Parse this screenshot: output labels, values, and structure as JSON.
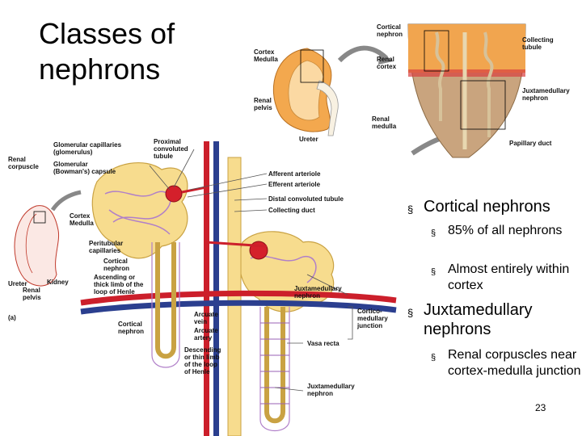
{
  "slide": {
    "title": "Classes of nephrons",
    "page_number": "23"
  },
  "bullets": [
    {
      "text": "Cortical nephrons",
      "sub": [
        "85% of all nephrons",
        "Almost entirely within cortex"
      ]
    },
    {
      "text": "Juxtamedullary nephrons",
      "sub": [
        "Renal corpuscles near cortex-medulla junction"
      ]
    }
  ],
  "figure": {
    "labels": {
      "cortex_medulla": "Cortex\nMedulla",
      "renal_pelvis": "Renal\npelvis",
      "ureter": "Ureter",
      "cortical_nephron_top": "Cortical\nnephron",
      "renal_cortex": "Renal\ncortex",
      "renal_medulla": "Renal\nmedulla",
      "collecting_tubule": "Collecting\ntubule",
      "juxtamedullary_nephron_top": "Juxtamedullary\nnephron",
      "papillary_duct": "Papillary duct",
      "renal_corpuscle": "Renal\ncorpuscle",
      "glomerular_capillaries": "Glomerular capillaries\n(glomerulus)",
      "glomerular_capsule": "Glomerular\n(Bowman's) capsule",
      "proximal_tubule": "Proximal\nconvoluted\ntubule",
      "afferent_arteriole": "Afferent arteriole",
      "efferent_arteriole": "Efferent arteriole",
      "distal_tubule": "Distal convoluted tubule",
      "collecting_duct": "Collecting duct",
      "cortex_medulla_small": "Cortex\nMedulla",
      "peritubular_capillaries": "Peritubular\ncapillaries",
      "cortical_nephron_mid": "Cortical\nnephron",
      "ascending_limb": "Ascending or\nthick limb of the\nloop of Henle",
      "ureter_small": "Ureter",
      "renal_pelvis_small": "Renal\npelvis",
      "kidney": "Kidney",
      "panel_a": "(a)",
      "juxtamedullary_nephron_mid": "Juxtamedullary\nnephron",
      "arcuate_vein": "Arcuate\nvein",
      "arcuate_artery": "Arcuate\nartery",
      "corticomedullary_junction": "Cortico-\nmedullary\njunction",
      "cortical_nephron_low": "Cortical\nnephron",
      "descending_limb": "Descending\nor thin limb\nof the loop\nof Henle",
      "vasa_recta": "Vasa recta",
      "juxtamedullary_nephron_bottom": "Juxtamedullary\nnephron"
    },
    "colors": {
      "artery": "#cc1f2b",
      "vein": "#2b3f8f",
      "tubule": "#f2d27a",
      "tubule_outline": "#c9a243",
      "capillary": "#9a62b5",
      "cortex": "#f0a64a",
      "medulla": "#c8a27a"
    }
  }
}
